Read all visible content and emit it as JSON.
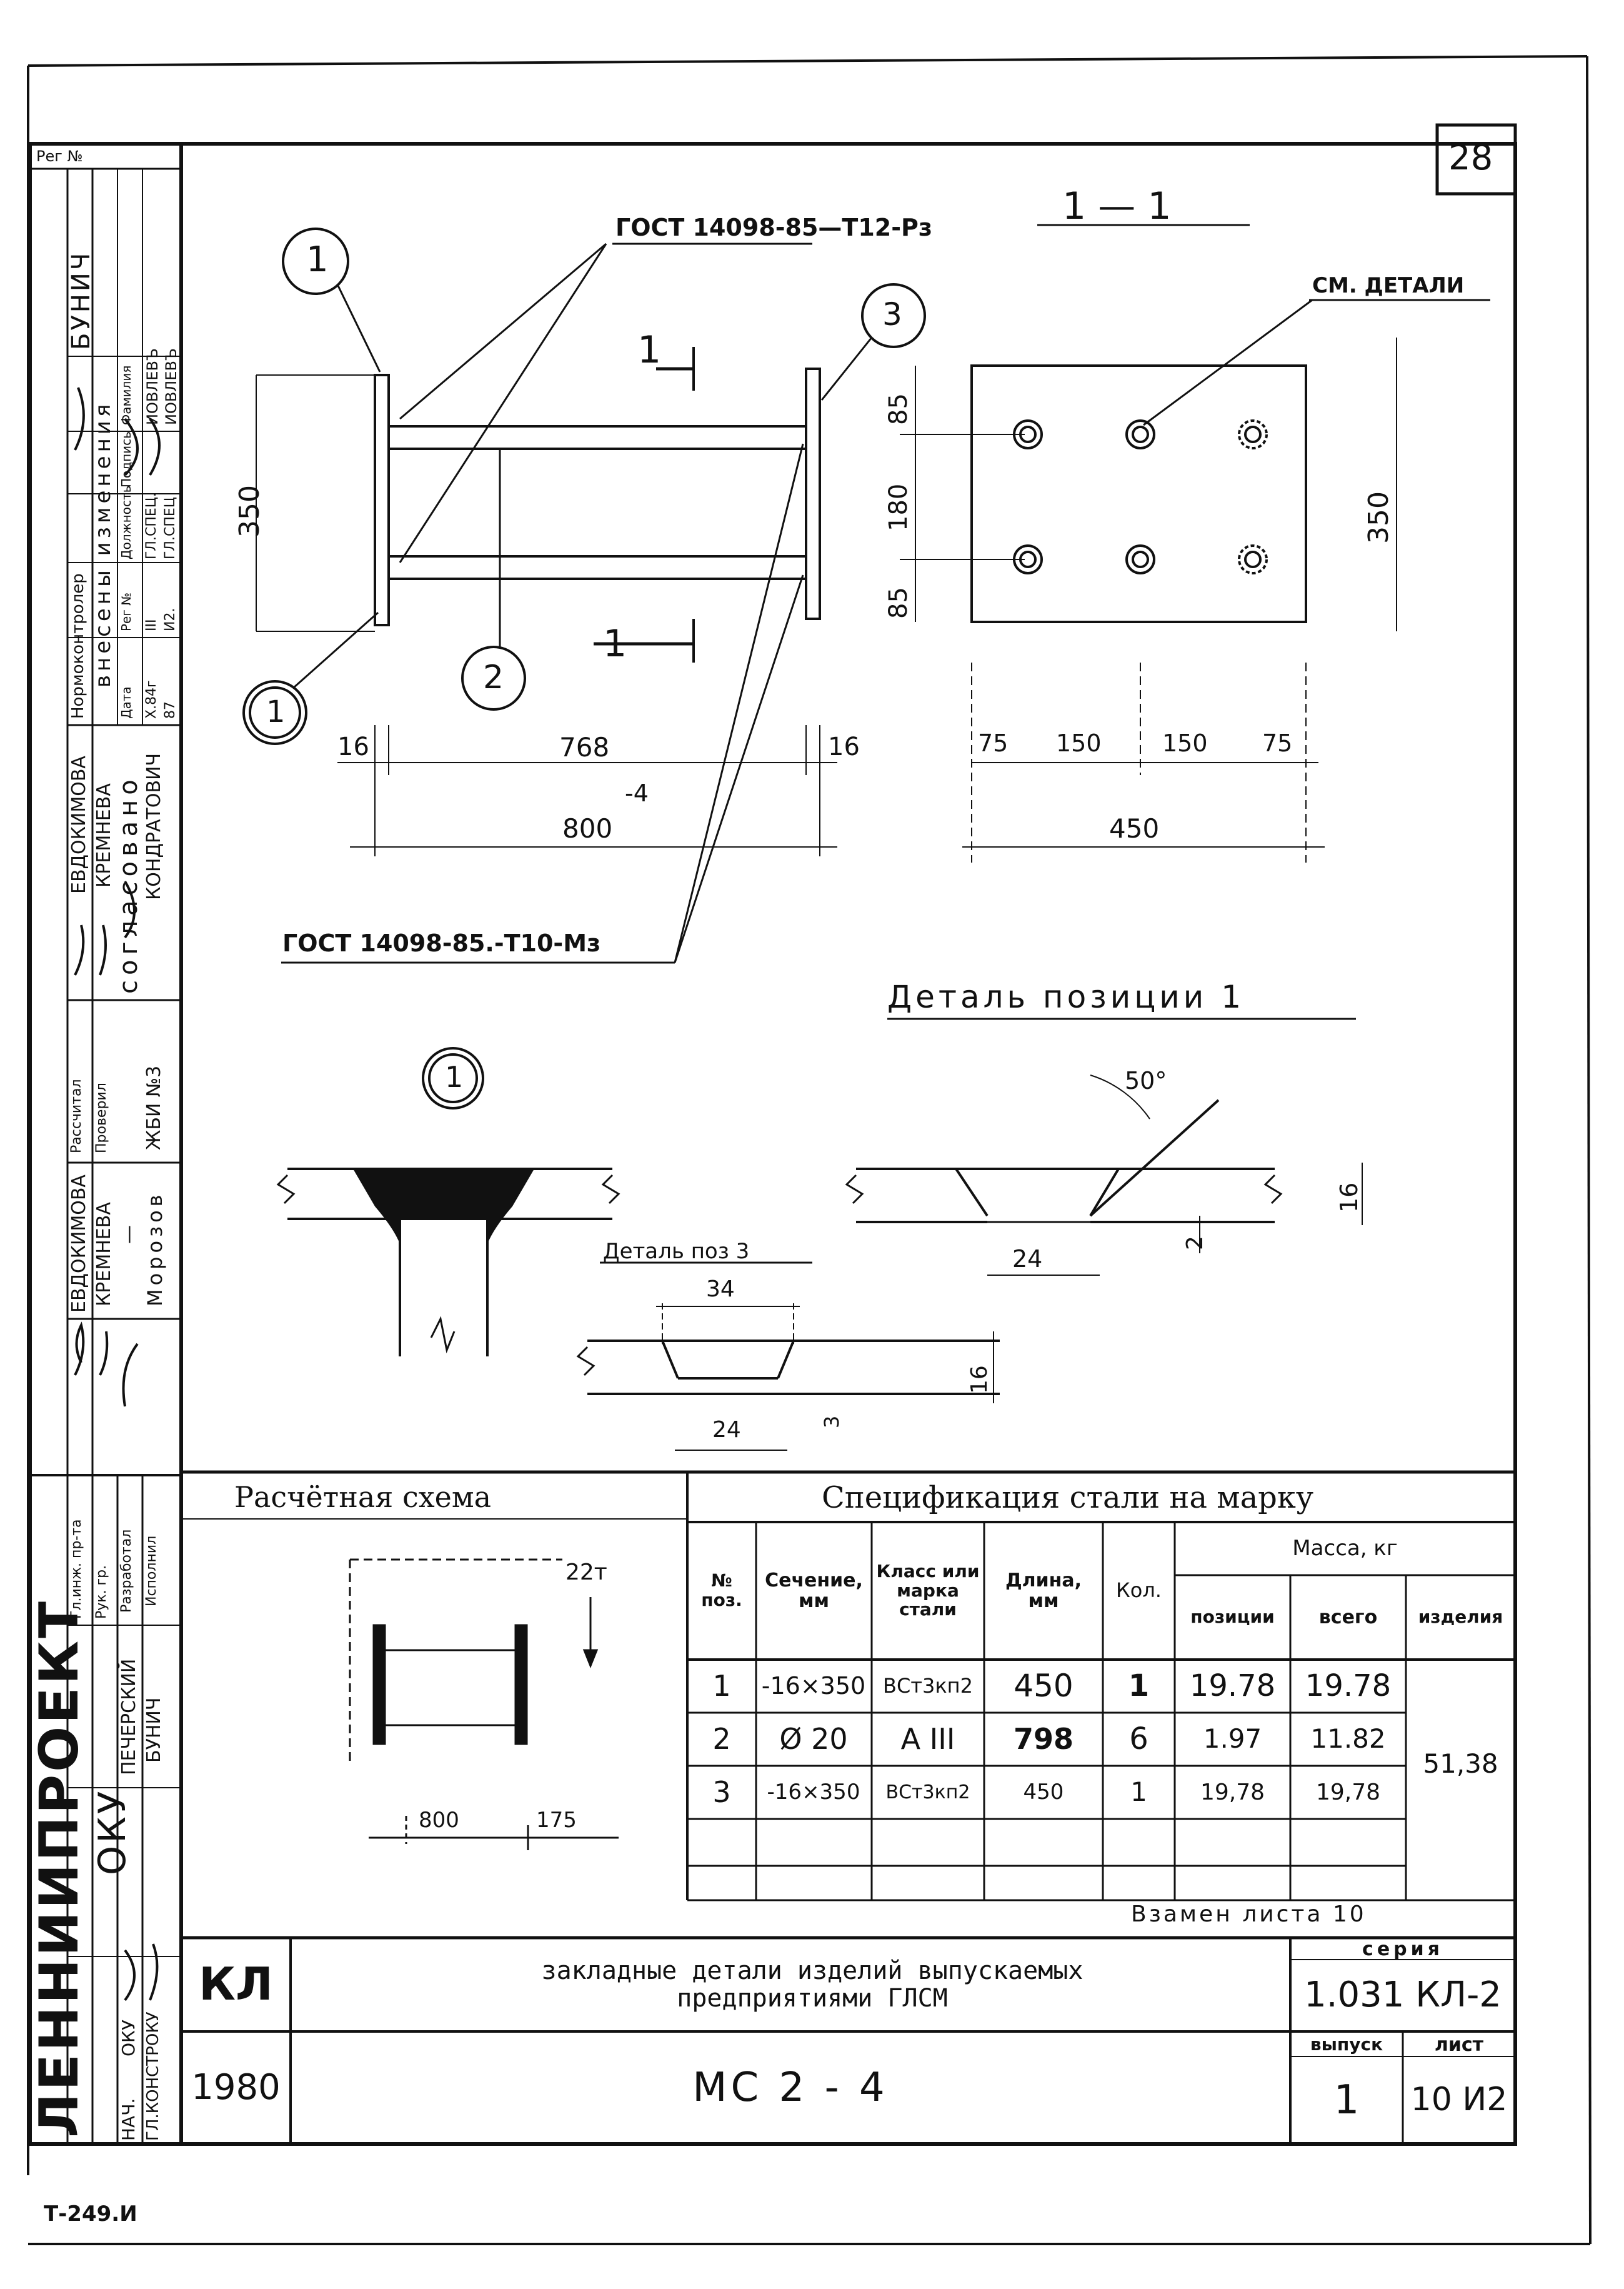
{
  "sheet": {
    "number": "28",
    "footer_code": "Т-249.И",
    "replaces_note": "Взамен листа 10"
  },
  "left_strip": {
    "reg_no": "Рег №",
    "org": "ЛЕННИИПРОЕКТ",
    "okv": "ОКУ",
    "nach": "НАЧ.",
    "okv2": "ОКУ",
    "gl_konstr": "ГЛ.КОНСТРОКУ",
    "gip": "Гл.инж. пр-та",
    "ruk_gr": "Рук. гр.",
    "razrabotal": "Разработал",
    "ispolnil": "Исполнил",
    "pechersky": "ПЕЧЕРСКИЙ",
    "bunich": "БУНИЧ",
    "evdokimova": "ЕВДОКИМОВА",
    "kremneva": "КРЕМНЕВА",
    "morozov": "Морозов",
    "normokontroler": "Нормоконтролер",
    "bunich2": "БУНИЧ",
    "izmeneniya_hdr": "внесены изменения",
    "col_data": "Дата",
    "col_reg": "Рег №",
    "col_dolzh": "Должность",
    "col_podpis": "Подпись",
    "col_familia": "Фамилия",
    "row1_data": "Х.84г",
    "row1_reg": "III",
    "row1_dolzh": "ГЛ.СПЕЦ.",
    "row1_fam": "ИОВЛЕВЪ",
    "row2_data": "87",
    "row2_reg": "И2.",
    "row2_dolzh": "ГЛ.СПЕЦ",
    "row2_fam": "ИОВЛЕВЪ",
    "rasschital": "Рассчитал",
    "proveril": "Проверил",
    "zhbi": "ЖБИ №3",
    "soglasovano": "согласовано",
    "evdokimova2": "ЕВДОКИМОВА",
    "kremneva2": "КРЕМНЕВА",
    "kondratovich": "КОНДРАТОВИЧ",
    "dash": "—"
  },
  "drawing": {
    "gost_top": "ГОСТ 14098-85—Т12-Рз",
    "gost_bottom": "ГОСТ 14098-85.-Т10-Мз",
    "callout_1a": "1",
    "callout_1b": "1",
    "callout_2": "2",
    "callout_3": "3",
    "callout_1c": "1",
    "section_1a": "1",
    "section_1b": "1",
    "dim_350": "350",
    "dim_16a": "16",
    "dim_768": "768",
    "dim_16b": "16",
    "dim_minus4": "-4",
    "dim_800": "800",
    "section_title": "1 — 1",
    "see_detail": "СМ. ДЕТАЛИ",
    "dim_85a": "85",
    "dim_180": "180",
    "dim_85b": "85",
    "dim_350b": "350",
    "dim_75a": "75",
    "dim_150a": "150",
    "dim_150b": "150",
    "dim_75b": "75",
    "dim_450": "450",
    "detail_pos1_title": "Деталь позиции 1",
    "angle_50": "50°",
    "dim_16c": "16",
    "dim_2": "2",
    "dim_24a": "24",
    "detail_pos3_title": "Деталь поз 3",
    "dim_34": "34",
    "dim_16d": "16",
    "dim_24b": "24",
    "dim_3": "3"
  },
  "calc_scheme": {
    "title": "Расчётная схема",
    "load": "22т",
    "dim_800": "800",
    "dim_175": "175"
  },
  "spec": {
    "title": "Спецификация стали на марку",
    "headers": {
      "pos": "№ поз.",
      "section": "Сечение, мм",
      "steel": "Класс или марка стали",
      "length": "Длина, мм",
      "qty": "Кол.",
      "mass": "Масса, кг",
      "mass_pos": "позиции",
      "mass_total": "всего",
      "mass_item": "изделия"
    },
    "rows": [
      {
        "pos": "1",
        "section": "-16×350",
        "steel": "ВСт3кп2",
        "length": "450",
        "qty": "1",
        "mass_pos": "19.78",
        "mass_total": "19.78"
      },
      {
        "pos": "2",
        "section": "Ø 20",
        "steel": "А III",
        "length": "798",
        "qty": "6",
        "mass_pos": "1.97",
        "mass_total": "11.82"
      },
      {
        "pos": "3",
        "section": "-16×350",
        "steel": "ВСт3кп2",
        "length": "450",
        "qty": "1",
        "mass_pos": "19,78",
        "mass_total": "19,78"
      }
    ],
    "item_mass": "51,38"
  },
  "title_block": {
    "kl": "КЛ",
    "year": "1980",
    "description": "закладные детали изделий выпускаемых предприятиями ГЛСМ",
    "mark": "МС 2 - 4",
    "series_label": "серия",
    "series": "1.031 КЛ-2",
    "issue_label": "выпуск",
    "issue": "1",
    "sheet_label": "лист",
    "sheet": "10 И2"
  }
}
